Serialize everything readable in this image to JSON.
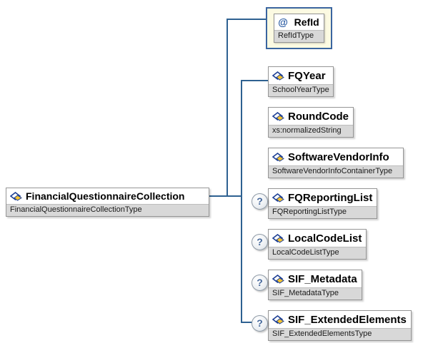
{
  "diagram": {
    "root": {
      "name": "FinancialQuestionnaireCollection",
      "type": "FinancialQuestionnaireCollectionType"
    },
    "attribute": {
      "prefix": "@",
      "name": "RefId",
      "type": "RefIdType"
    },
    "children": [
      {
        "name": "FQYear",
        "type": "SchoolYearType",
        "optional": false
      },
      {
        "name": "RoundCode",
        "type": "xs:normalizedString",
        "optional": false
      },
      {
        "name": "SoftwareVendorInfo",
        "type": "SoftwareVendorInfoContainerType",
        "optional": false
      },
      {
        "name": "FQReportingList",
        "type": "FQReportingListType",
        "optional": true
      },
      {
        "name": "LocalCodeList",
        "type": "LocalCodeListType",
        "optional": true
      },
      {
        "name": "SIF_Metadata",
        "type": "SIF_MetadataType",
        "optional": true
      },
      {
        "name": "SIF_ExtendedElements",
        "type": "SIF_ExtendedElementsType",
        "optional": true
      }
    ],
    "optional_marker": "?",
    "colors": {
      "connector": "#2e6191",
      "attribute_background": "#fcfae2",
      "attribute_border": "#3a65a0",
      "type_band_background": "#d8d8d8",
      "box_border": "#959595",
      "icon_navy": "#1d3f94",
      "icon_gold": "#f6c431",
      "at_sign_blue": "#2457a0"
    }
  }
}
